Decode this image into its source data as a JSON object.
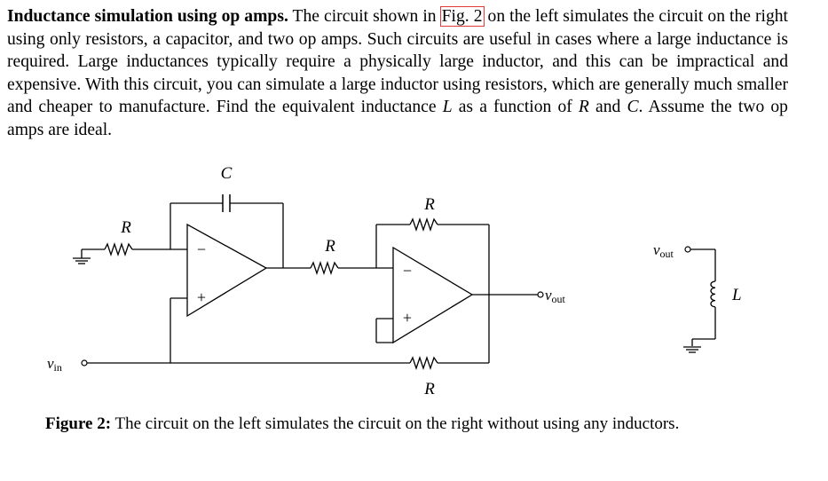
{
  "problem": {
    "title": "Inductance simulation using op amps.",
    "text_1": "The circuit shown in",
    "fig_ref": "Fig. 2",
    "text_2": "on the left simulates the circuit on the right using only resistors, a capacitor, and two op amps. Such circuits are useful in cases where a large inductance is required. Large inductances typically require a physically large inductor, and this can be impractical and expensive. With this circuit, you can simulate a large inductor using resistors, which are generally much smaller and cheaper to manufacture. Find the equivalent inductance",
    "var_L": "L",
    "text_3": "as a function of",
    "var_R": "R",
    "text_4": "and",
    "var_C": "C",
    "text_5": ". Assume the two op amps are ideal."
  },
  "circuit": {
    "label_C": "C",
    "label_R1": "R",
    "label_R2": "R",
    "label_R_feedback": "R",
    "label_R_bottom": "R",
    "opamp1_minus": "−",
    "opamp1_plus": "+",
    "opamp2_minus": "−",
    "opamp2_plus": "+",
    "vin_label": "v",
    "vin_sub": "in",
    "vout_label": "v",
    "vout_sub": "out",
    "equiv_vout_label": "v",
    "equiv_vout_sub": "out",
    "equiv_L_label": "L"
  },
  "caption": {
    "label": "Figure 2:",
    "text": "The circuit on the left simulates the circuit on the right without using any inductors."
  }
}
